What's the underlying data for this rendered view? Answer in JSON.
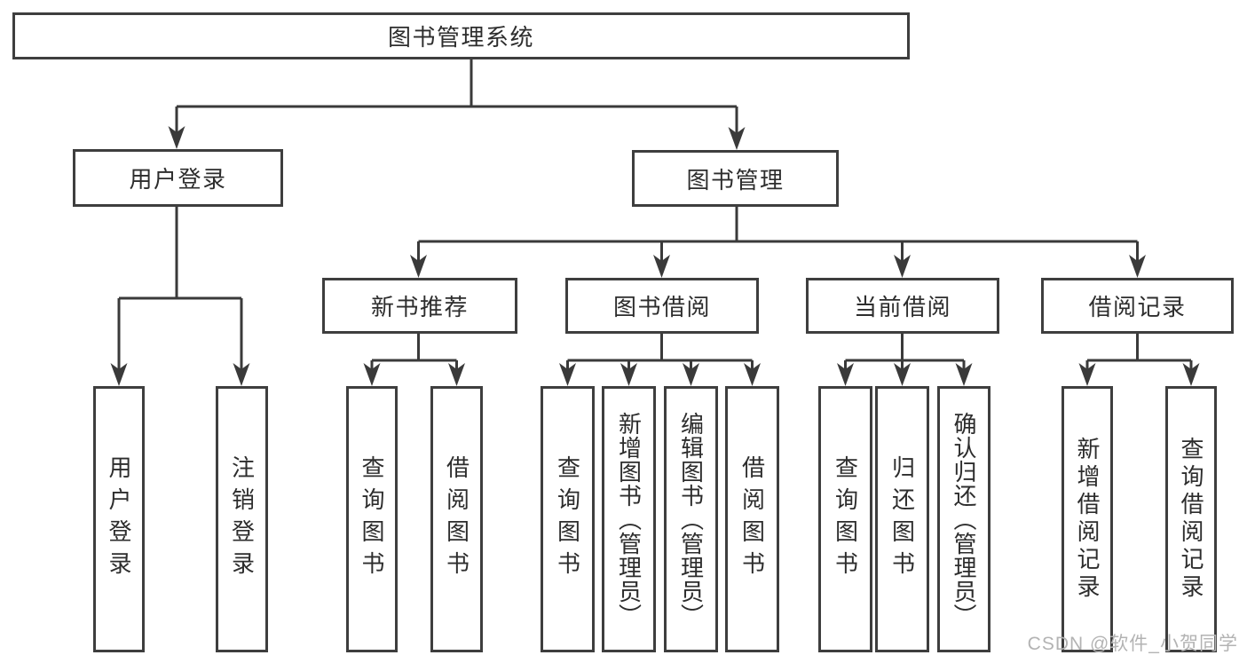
{
  "tree": {
    "root": {
      "label": "图书管理系统"
    },
    "level2": [
      {
        "label": "用户登录",
        "children": [
          "用户登录",
          "注销登录"
        ]
      },
      {
        "label": "图书管理",
        "branches": [
          {
            "label": "新书推荐",
            "children": [
              "查询图书",
              "借阅图书"
            ]
          },
          {
            "label": "图书借阅",
            "children": [
              "查询图书",
              "新增图书（管理员）",
              "编辑图书（管理员）",
              "借阅图书"
            ]
          },
          {
            "label": "当前借阅",
            "children": [
              "查询图书",
              "归还图书",
              "确认归还（管理员）"
            ]
          },
          {
            "label": "借阅记录",
            "children": [
              "新增借阅记录",
              "查询借阅记录"
            ]
          }
        ]
      }
    ]
  },
  "watermark": "CSDN @软件_小贺同学",
  "colors": {
    "background": "#ffffff",
    "line": "#3a3a3a",
    "box_border": "#3e3e3e",
    "text": "#2d2d2d",
    "watermark": "#b3b3b3"
  }
}
